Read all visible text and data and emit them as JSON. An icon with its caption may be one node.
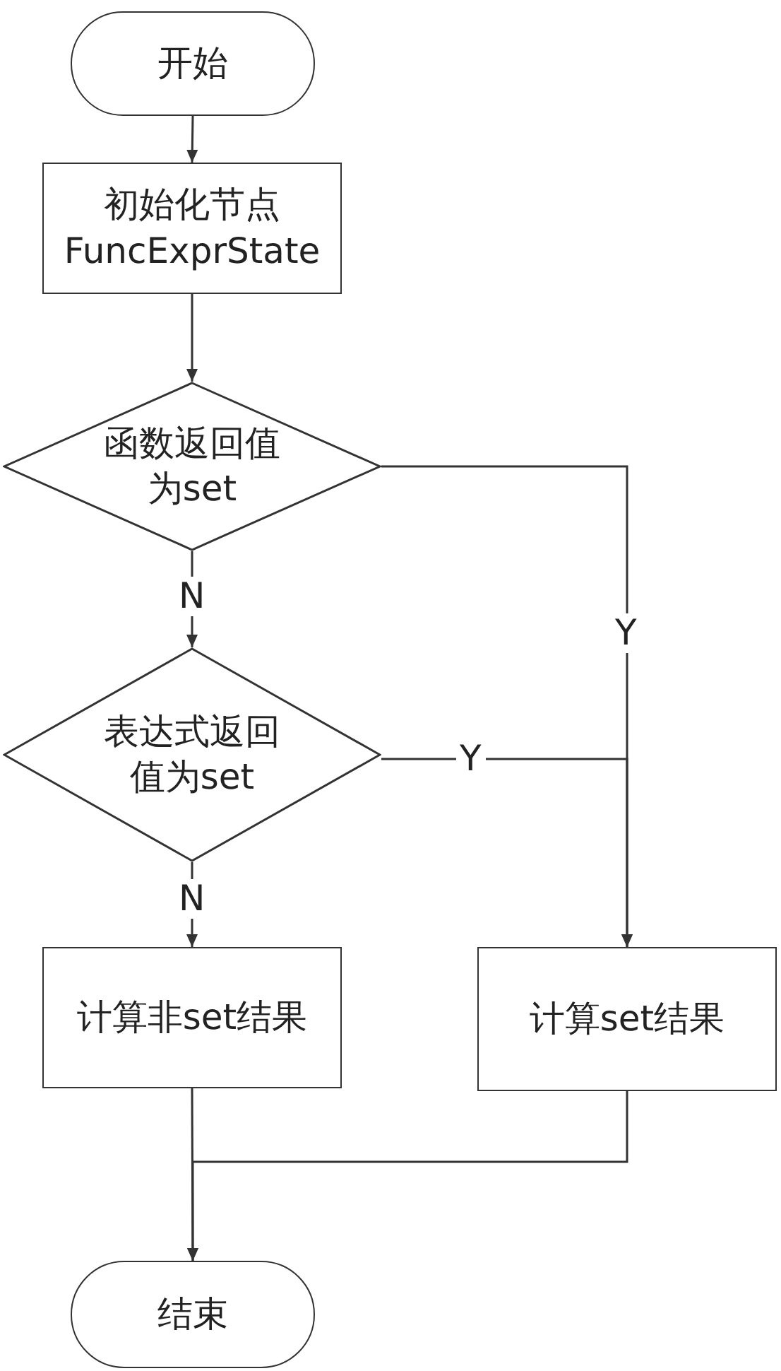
{
  "diagram": {
    "nodes": [
      {
        "text": [
          "开始"
        ]
      },
      {
        "text": [
          "初始化节点 FuncExprState"
        ]
      },
      {
        "text": [
          "函数返回值为set"
        ]
      },
      {
        "text": [
          "表达式返回值为set"
        ]
      },
      {
        "text": [
          "计算非set结果"
        ]
      },
      {
        "text": [
          "计算set结果"
        ]
      },
      {
        "text": [
          "结束"
        ]
      }
    ],
    "edges": [
      {
        "from": 0,
        "to": 1,
        "arrow": "to"
      },
      {
        "from": 1,
        "to": 2,
        "arrow": "to"
      },
      {
        "from": 2,
        "to": 3,
        "arrow": "to",
        "label": "N"
      },
      {
        "from": 2,
        "to": 5,
        "arrow": "to",
        "label": "Y"
      },
      {
        "from": 3,
        "to": 5,
        "arrow": "to",
        "label": "Y"
      },
      {
        "from": 3,
        "to": 4,
        "arrow": "to",
        "label": "N"
      },
      {
        "from": 4,
        "to": 6,
        "arrow": "to"
      },
      {
        "from": 5,
        "to": 6,
        "arrow": "to"
      }
    ]
  }
}
